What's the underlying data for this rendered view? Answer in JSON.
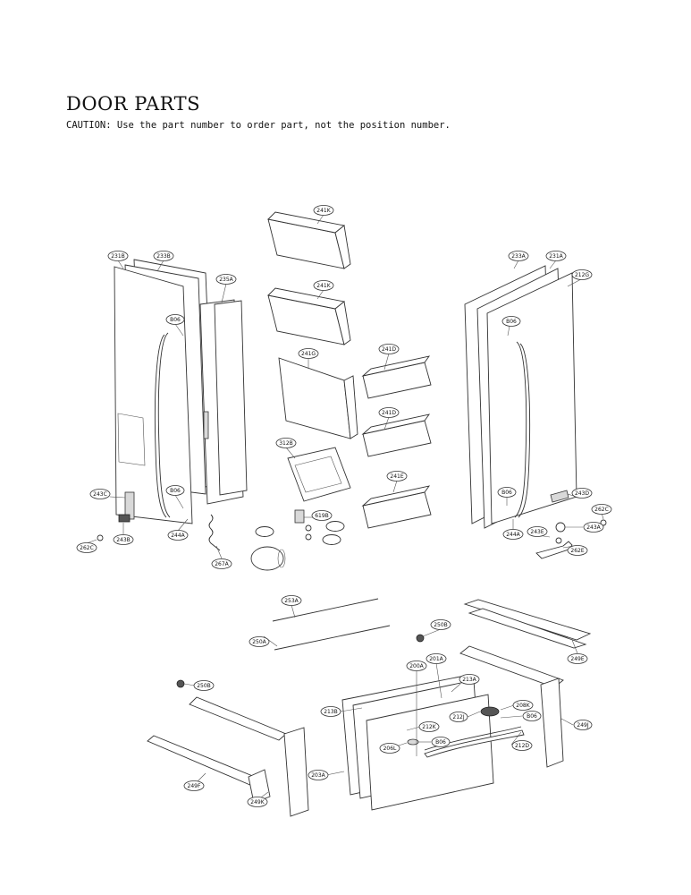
{
  "header": {
    "title": "DOOR PARTS",
    "caution": "CAUTION: Use the part number to order part, not the position number."
  },
  "callouts": [
    {
      "id": "c241K_a",
      "label": "241K"
    },
    {
      "id": "c241K_b",
      "label": "241K"
    },
    {
      "id": "c231B",
      "label": "231B"
    },
    {
      "id": "c233B",
      "label": "233B"
    },
    {
      "id": "c235A",
      "label": "235A"
    },
    {
      "id": "c806_l1",
      "label": "B06"
    },
    {
      "id": "c806_l2",
      "label": "B06"
    },
    {
      "id": "c243C",
      "label": "243C"
    },
    {
      "id": "c243B",
      "label": "243B"
    },
    {
      "id": "c262C_l",
      "label": "262C"
    },
    {
      "id": "c244A_l",
      "label": "244A"
    },
    {
      "id": "c267A",
      "label": "267A"
    },
    {
      "id": "c241G",
      "label": "241G"
    },
    {
      "id": "c241D_a",
      "label": "241D"
    },
    {
      "id": "c241D_b",
      "label": "241D"
    },
    {
      "id": "c312B",
      "label": "312B"
    },
    {
      "id": "c241E",
      "label": "241E"
    },
    {
      "id": "c619B",
      "label": "619B"
    },
    {
      "id": "c233A",
      "label": "233A"
    },
    {
      "id": "c231A",
      "label": "231A"
    },
    {
      "id": "c212G",
      "label": "212G"
    },
    {
      "id": "c806_r1",
      "label": "B06"
    },
    {
      "id": "c806_r2",
      "label": "B06"
    },
    {
      "id": "c243D",
      "label": "243D"
    },
    {
      "id": "c262C_r",
      "label": "262C"
    },
    {
      "id": "c243A",
      "label": "243A"
    },
    {
      "id": "c243E",
      "label": "243E"
    },
    {
      "id": "c244A_r",
      "label": "244A"
    },
    {
      "id": "c262E",
      "label": "262E"
    },
    {
      "id": "c253A",
      "label": "253A"
    },
    {
      "id": "c250A",
      "label": "250A"
    },
    {
      "id": "c250B_a",
      "label": "250B"
    },
    {
      "id": "c249E",
      "label": "249E"
    },
    {
      "id": "c250B_b",
      "label": "250B"
    },
    {
      "id": "c200A",
      "label": "200A"
    },
    {
      "id": "c201A",
      "label": "201A"
    },
    {
      "id": "c213A",
      "label": "213A"
    },
    {
      "id": "c213B",
      "label": "213B"
    },
    {
      "id": "c208K",
      "label": "208K"
    },
    {
      "id": "c806_d1",
      "label": "B06"
    },
    {
      "id": "c212J",
      "label": "212J"
    },
    {
      "id": "c212K",
      "label": "212K"
    },
    {
      "id": "c806_d2",
      "label": "B06"
    },
    {
      "id": "c206L",
      "label": "206L"
    },
    {
      "id": "c212D",
      "label": "212D"
    },
    {
      "id": "c249J",
      "label": "249J"
    },
    {
      "id": "c203A",
      "label": "203A"
    },
    {
      "id": "c249F",
      "label": "249F"
    },
    {
      "id": "c249K",
      "label": "249K"
    }
  ]
}
